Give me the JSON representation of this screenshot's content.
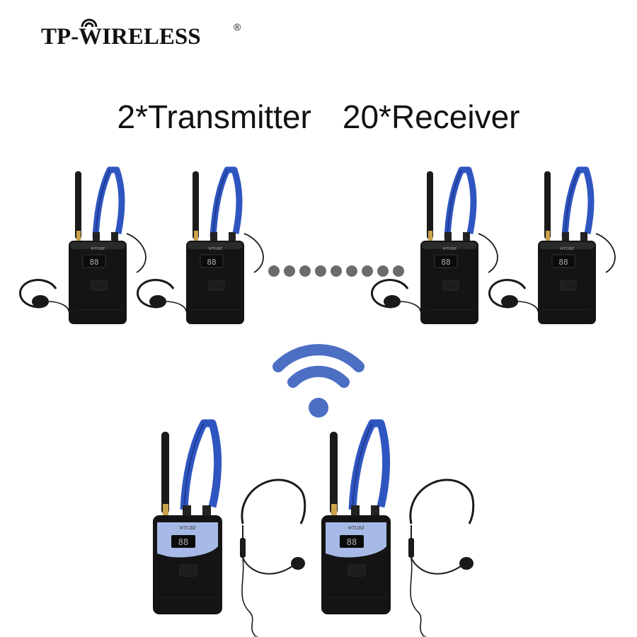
{
  "brand": {
    "logo_text": "TP-WIRELESS",
    "registered_mark": "®"
  },
  "headline": {
    "transmitter_label": "2*Transmitter",
    "receiver_label": "20*Receiver"
  },
  "device": {
    "brand_label": "WTGBZ",
    "display_value": "88"
  },
  "colors": {
    "lanyard": "#2f56c0",
    "signal_icon": "#4c6fc4",
    "device_body": "#111111",
    "display_panel": "#a7b9e6",
    "dots": "#6b6b6b"
  },
  "icons": [
    "wifi-signal-icon",
    "registered-icon"
  ]
}
